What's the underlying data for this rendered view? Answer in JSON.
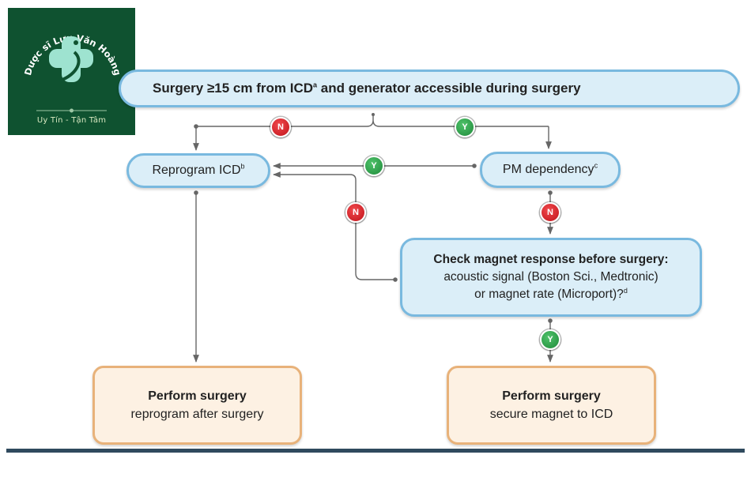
{
  "logo": {
    "name": "Dược sĩ Lưu Văn Hoàng",
    "tagline": "Uy Tín - Tận Tâm",
    "colors": {
      "background": "#0f5230",
      "emblem": "#9ee3d0"
    }
  },
  "nodes": {
    "top": {
      "text": "Surgery ≥15 cm from ICD",
      "sup": "a",
      "text2": " and generator accessible during surgery"
    },
    "reprogram": {
      "text": "Reprogram ICD",
      "sup": "b"
    },
    "pm": {
      "text": "PM dependency",
      "sup": "c"
    },
    "magnet": {
      "heading": "Check magnet response before surgery:",
      "line1": "acoustic signal (Boston Sci., Medtronic)",
      "line2": "or magnet rate (Microport)?",
      "sup": "d"
    },
    "surgery_left": {
      "heading": "Perform surgery",
      "sub": "reprogram after surgery"
    },
    "surgery_right": {
      "heading": "Perform surgery",
      "sub": "secure magnet to ICD"
    }
  },
  "badges": {
    "no": "N",
    "yes": "Y",
    "colors": {
      "no": "#d9262c",
      "yes": "#2ea44f"
    }
  },
  "colors": {
    "blue_fill": "#dbeef8",
    "blue_border": "#79b9df",
    "orange_fill": "#fdf1e3",
    "orange_border": "#e8b27a",
    "connector": "#666666"
  }
}
